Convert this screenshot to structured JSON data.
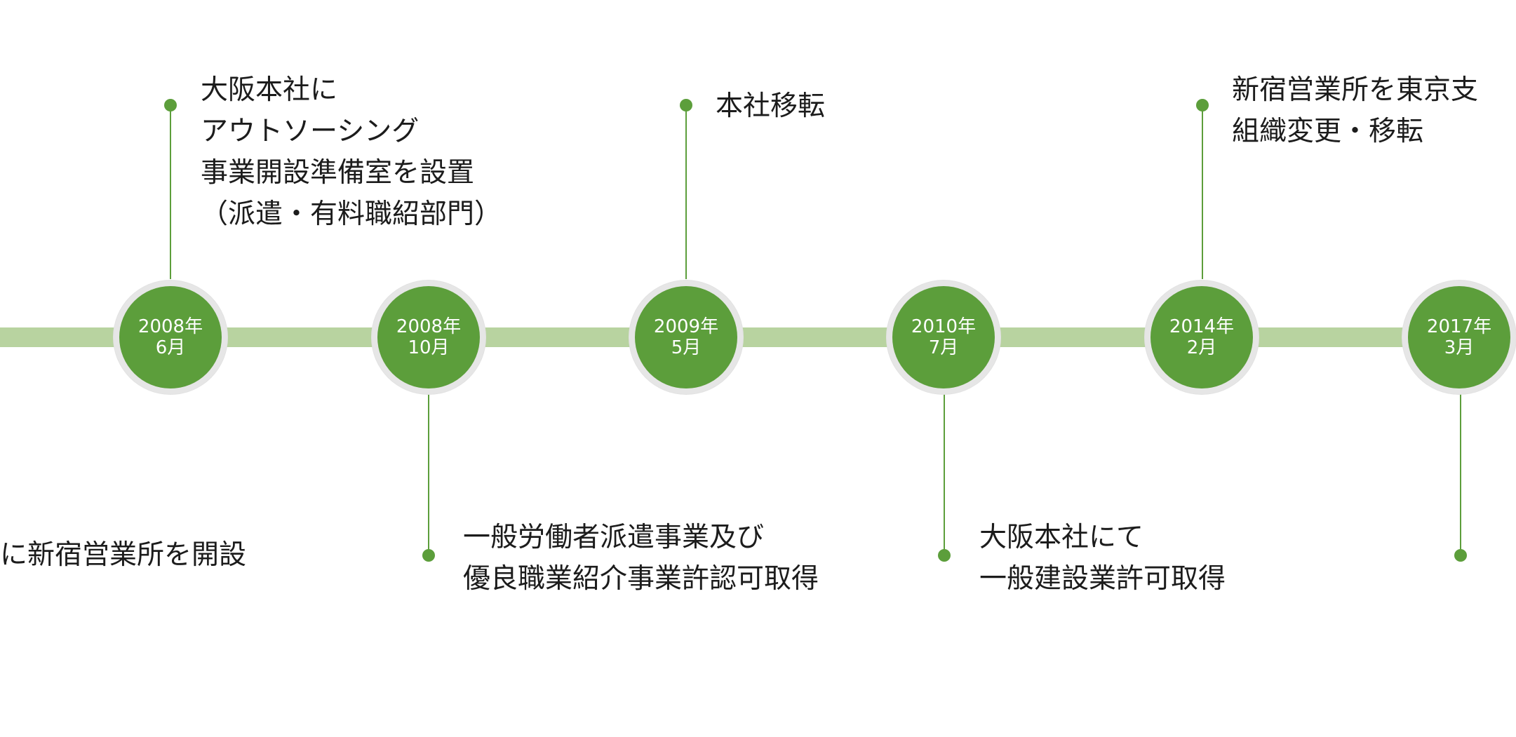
{
  "colors": {
    "accent": "#5c9e3b",
    "band": "#b8d3a0",
    "ring": "#e6e6e6",
    "text": "#1c1c1c"
  },
  "milestones": [
    {
      "year": "2008年",
      "month": "6月",
      "lines": [
        "大阪本社に",
        "アウトソーシング",
        "事業開設準備室を設置",
        "（派遣・有料職紹部門）"
      ]
    },
    {
      "year": "2008年",
      "month": "10月",
      "lines": [
        "一般労働者派遣事業及び",
        "優良職業紹介事業許認可取得"
      ]
    },
    {
      "year": "2009年",
      "month": "5月",
      "lines": [
        "本社移転"
      ]
    },
    {
      "year": "2010年",
      "month": "7月",
      "lines": [
        "大阪本社にて",
        "一般建設業許可取得"
      ]
    },
    {
      "year": "2014年",
      "month": "2月",
      "lines": [
        "新宿営業所を東京支",
        "組織変更・移転"
      ]
    },
    {
      "year": "2017年",
      "month": "3月",
      "lines": []
    }
  ],
  "left_fragment": {
    "text": "に新宿営業所を開設"
  }
}
